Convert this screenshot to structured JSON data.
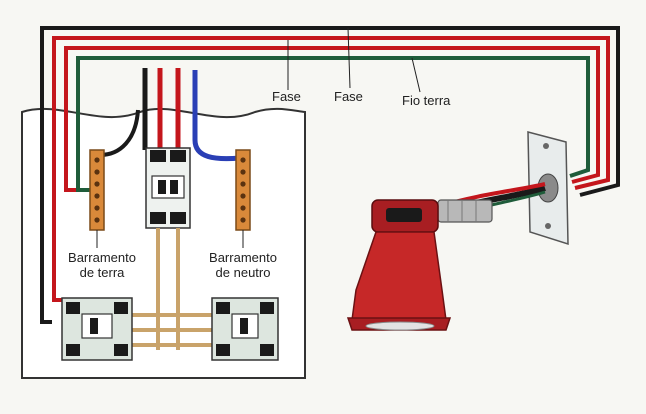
{
  "labels": {
    "fase_1": "Fase",
    "fase_2": "Fase",
    "fio_terra": "Fio terra",
    "barramento_terra_line1": "Barramento",
    "barramento_terra_line2": "de terra",
    "barramento_neutro_line1": "Barramento",
    "barramento_neutro_line2": "de neutro"
  },
  "colors": {
    "fase_wire": "#c4161c",
    "terra_wire": "#1f5c3a",
    "neutro_wire": "#2a3fb5",
    "black_wire": "#1a1a1a",
    "busbar": "#d9893a",
    "showerhead": "#c62828"
  }
}
